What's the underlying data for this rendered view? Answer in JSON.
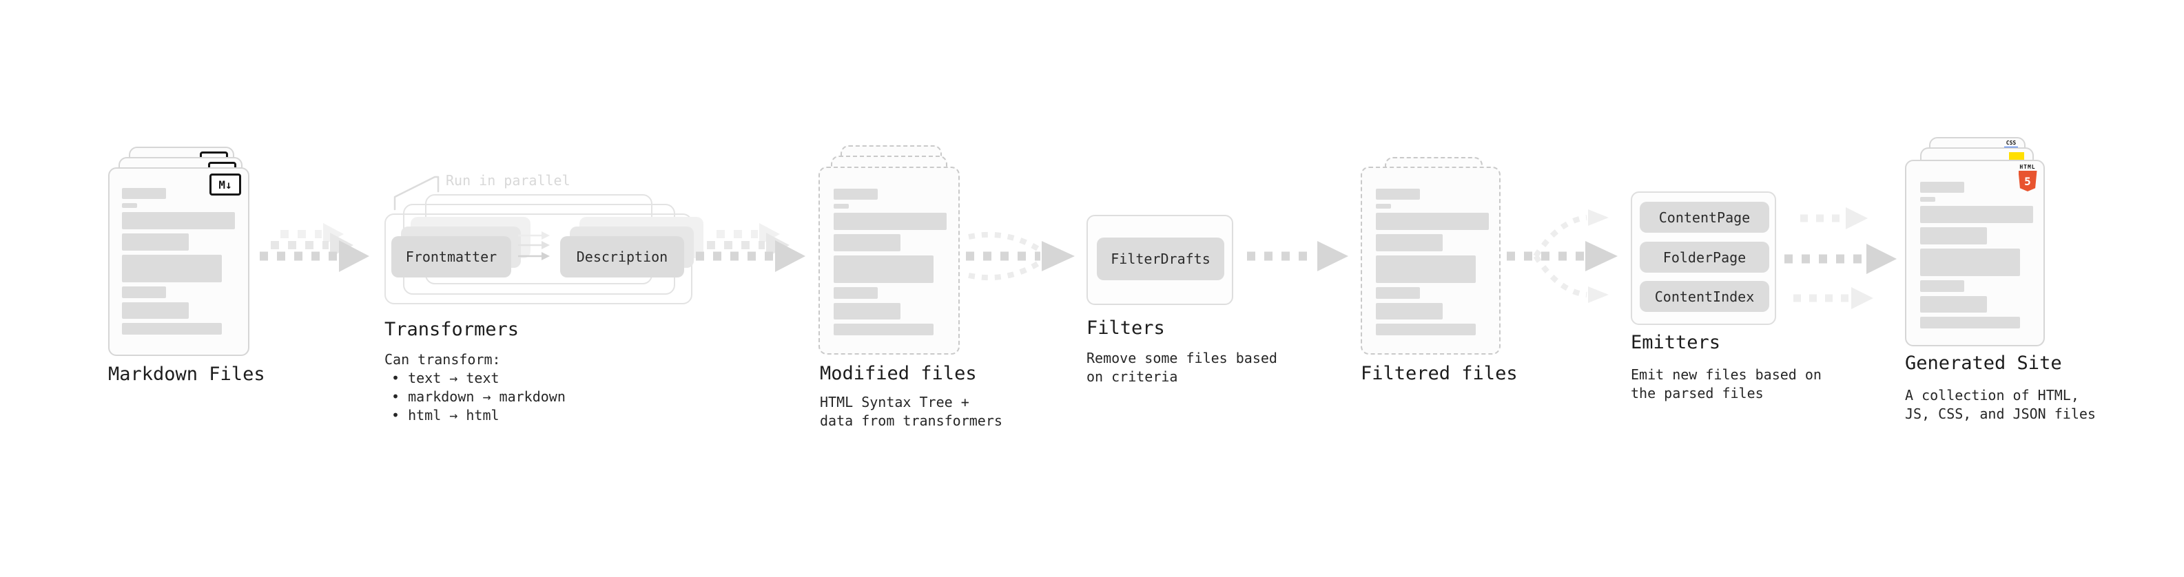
{
  "diagram": {
    "stages": [
      {
        "title": "Markdown Files"
      },
      {
        "title": "Transformers",
        "note": "Run in parallel",
        "chips": [
          "Frontmatter",
          "Description"
        ],
        "desc": [
          "Can transform:",
          "• text → text",
          "• markdown → markdown",
          "• html → html"
        ]
      },
      {
        "title": "Modified files",
        "desc": [
          "HTML Syntax Tree +",
          "data from transformers"
        ]
      },
      {
        "title": "Filters",
        "chips": [
          "FilterDrafts"
        ],
        "desc": [
          "Remove some files based",
          "on criteria"
        ]
      },
      {
        "title": "Filtered files"
      },
      {
        "title": "Emitters",
        "chips": [
          "ContentPage",
          "FolderPage",
          "ContentIndex"
        ],
        "desc": [
          "Emit new files based on",
          "the parsed files"
        ]
      },
      {
        "title": "Generated Site",
        "desc": [
          "A collection of HTML,",
          "JS, CSS, and JSON files"
        ]
      }
    ],
    "badges": {
      "markdown": "M↓",
      "html_label": "HTML",
      "html_five": "5",
      "css": "CSS"
    },
    "colors": {
      "html5_orange": "#e8542f",
      "js_yellow": "#ffdf00",
      "css_blue": "#2b6bf3",
      "chip_gray": "#dcdcdc",
      "arrow_gray": "#d6d6d6"
    }
  }
}
